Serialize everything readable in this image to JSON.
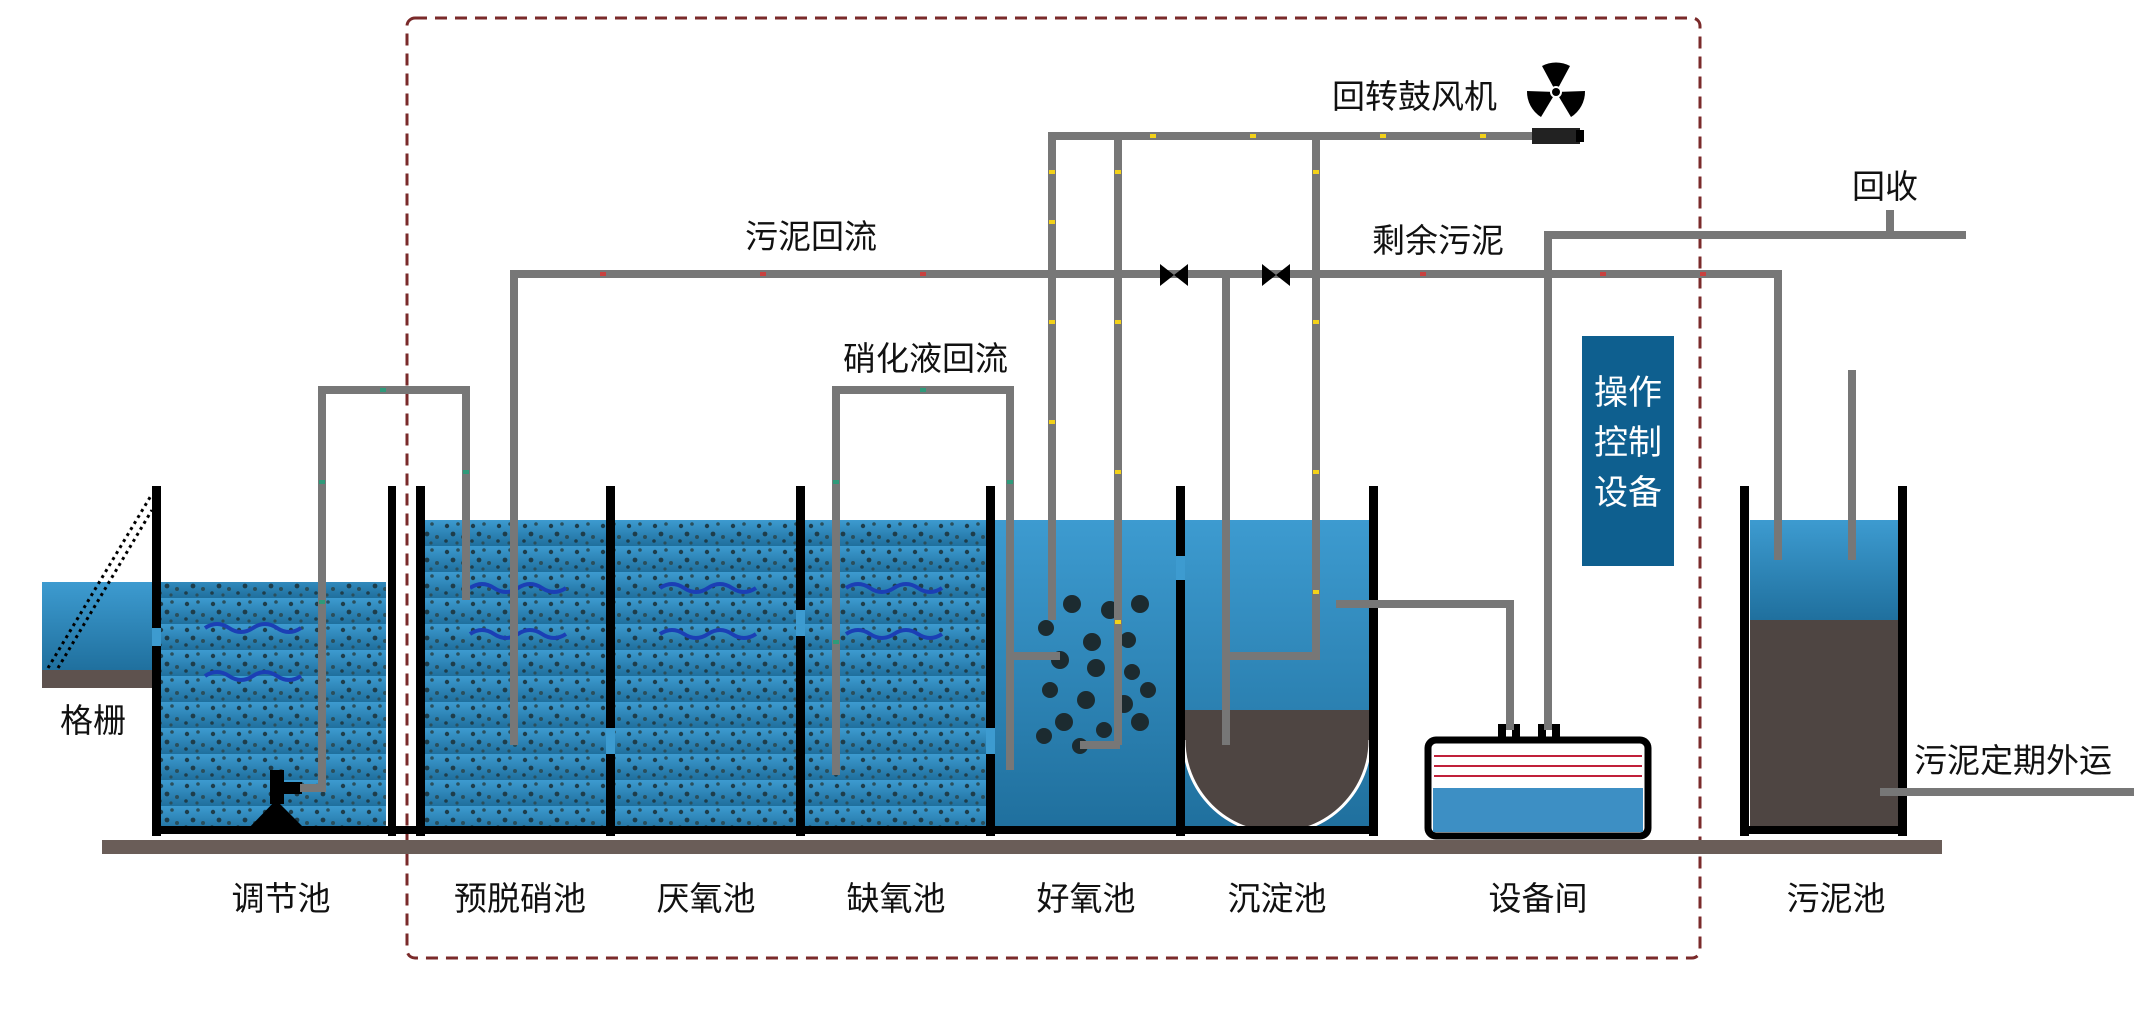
{
  "tanks": {
    "grid": "格栅",
    "regulating": "调节池",
    "pre_denitrification": "预脱硝池",
    "anaerobic": "厌氧池",
    "anoxic": "缺氧池",
    "aerobic": "好氧池",
    "sedimentation": "沉淀池",
    "equipment_room": "设备间",
    "sludge_tank": "污泥池"
  },
  "flows": {
    "sludge_return": "污泥回流",
    "nitrified_return": "硝化液回流",
    "excess_sludge": "剩余污泥",
    "recovery": "回收",
    "sludge_disposal": "污泥定期外运"
  },
  "equipment": {
    "blower": "回转鼓风机",
    "control_line1": "操作",
    "control_line2": "控制",
    "control_line3": "设备"
  },
  "colors": {
    "water_top": "#3d9bd0",
    "water_bottom": "#1f6f9d",
    "sludge": "#4e4542",
    "pipe": "#777777",
    "wall": "#000000",
    "ground": "#6a5d58",
    "control_panel": "#0e5f8f",
    "boundary": "#7a2a2a"
  }
}
